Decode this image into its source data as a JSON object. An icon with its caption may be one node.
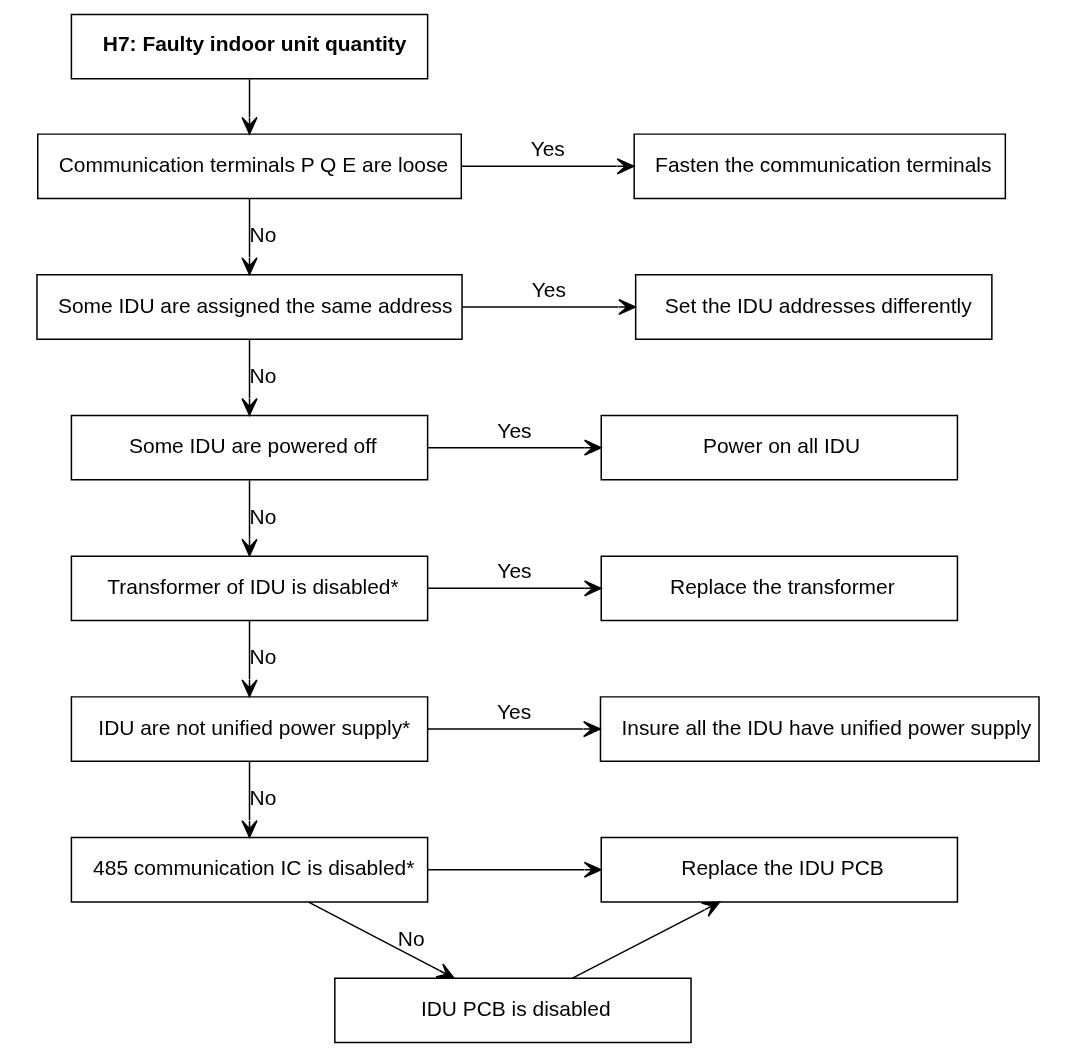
{
  "diagram": {
    "nodes": [
      {
        "text": [
          "H7: Faulty indoor unit quantity"
        ]
      },
      {
        "text": [
          "Communication terminals P Q E are loose"
        ]
      },
      {
        "text": [
          "Fasten the communication terminals"
        ]
      },
      {
        "text": [
          "Some IDU are assigned the same address"
        ]
      },
      {
        "text": [
          "Set the IDU addresses differently"
        ]
      },
      {
        "text": [
          "Some IDU are powered off"
        ]
      },
      {
        "text": [
          "Power on all IDU"
        ]
      },
      {
        "text": [
          "Transformer of IDU is disabled*"
        ]
      },
      {
        "text": [
          "Replace the transformer"
        ]
      },
      {
        "text": [
          "IDU are not unified power supply*"
        ]
      },
      {
        "text": [
          "Insure all the IDU have unified power supply"
        ]
      },
      {
        "text": [
          "485 communication IC is disabled*"
        ]
      },
      {
        "text": [
          "Replace the IDU PCB"
        ]
      },
      {
        "text": [
          "IDU PCB is disabled"
        ]
      }
    ],
    "edges": [
      {
        "from": 0,
        "to": 1,
        "arrow": "to"
      },
      {
        "from": 1,
        "to": 2,
        "arrow": "to",
        "label": "Yes"
      },
      {
        "from": 1,
        "to": 3,
        "arrow": "to",
        "label": "No"
      },
      {
        "from": 3,
        "to": 4,
        "arrow": "to",
        "label": "Yes"
      },
      {
        "from": 3,
        "to": 5,
        "arrow": "to",
        "label": "No"
      },
      {
        "from": 5,
        "to": 6,
        "arrow": "to",
        "label": "Yes"
      },
      {
        "from": 5,
        "to": 7,
        "arrow": "to",
        "label": "No"
      },
      {
        "from": 7,
        "to": 8,
        "arrow": "to",
        "label": "Yes"
      },
      {
        "from": 7,
        "to": 9,
        "arrow": "to",
        "label": "No"
      },
      {
        "from": 9,
        "to": 10,
        "arrow": "to",
        "label": "Yes"
      },
      {
        "from": 9,
        "to": 11,
        "arrow": "to",
        "label": "No"
      },
      {
        "from": 11,
        "to": 13,
        "arrow": "to",
        "label": "No"
      },
      {
        "from": 11,
        "to": 12,
        "arrow": "to"
      },
      {
        "from": 13,
        "to": 12,
        "arrow": "to"
      }
    ]
  }
}
